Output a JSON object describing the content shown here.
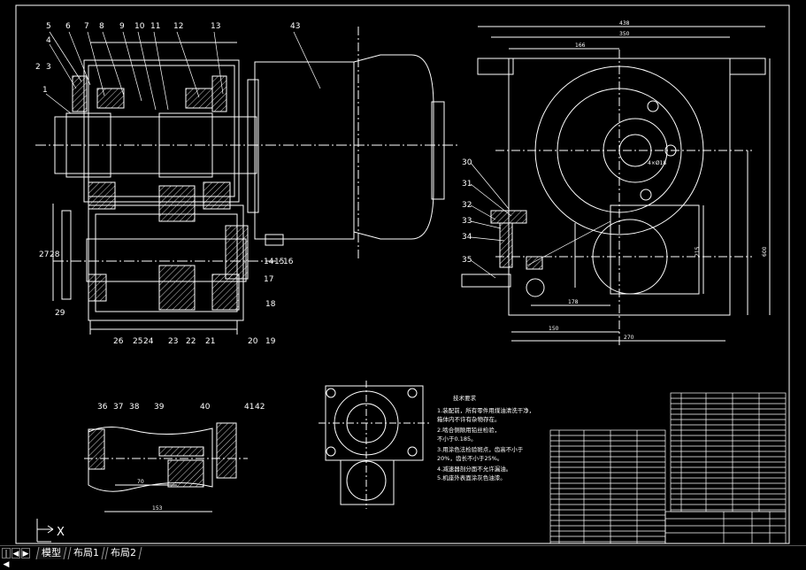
{
  "callouts_view1": [
    "5",
    "6",
    "7",
    "8",
    "9",
    "10",
    "11",
    "12",
    "13",
    "4",
    "2",
    "3",
    "1",
    "43"
  ],
  "callouts_view1_lower": [
    "27",
    "28",
    "29",
    "26",
    "25",
    "24",
    "23",
    "22",
    "21",
    "20",
    "19",
    "18",
    "17",
    "14",
    "15",
    "16"
  ],
  "callouts_view2": [
    "30",
    "31",
    "32",
    "33",
    "34",
    "35"
  ],
  "callouts_detail": [
    "36",
    "37",
    "38",
    "39",
    "40",
    "41",
    "42"
  ],
  "dims": {
    "d438": "438",
    "d350": "350",
    "d166": "166",
    "d150": "150",
    "d270": "270",
    "d178": "178",
    "d4x18": "4×Ø18",
    "d215": "215",
    "d600": "600",
    "d70": "70",
    "d153": "153"
  },
  "tech_title": "技术要求",
  "tech_lines": [
    "1.装配前，所有零件用煤油清洗干净，",
    "  箱体内不许有杂物存在。",
    "2.啮合侧隙用铅丝检验，",
    "  不小于0.185。",
    "3.用涂色法检验斑点，齿高不小于",
    "  20%，齿长不小于25%。",
    "4.减速器剖分面不允许漏油。",
    "5.机座外表面涂灰色油漆。"
  ],
  "ucs_label": "X",
  "tabs": {
    "model": "模型",
    "layout1": "布局1",
    "layout2": "布局2"
  },
  "colors": {
    "background": "#000000",
    "lines": "#ffffff"
  }
}
